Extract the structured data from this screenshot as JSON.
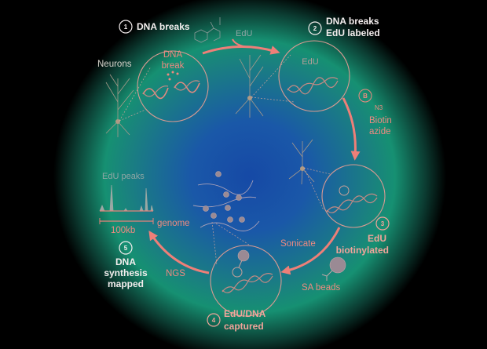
{
  "steps": [
    {
      "number": "1",
      "title": [
        "DNA breaks"
      ]
    },
    {
      "number": "2",
      "title": [
        "DNA breaks",
        "EdU labeled"
      ]
    },
    {
      "number": "3",
      "title": [
        "EdU",
        "biotinylated"
      ]
    },
    {
      "number": "4",
      "title": [
        "EdU/DNA",
        "captured"
      ]
    },
    {
      "number": "5",
      "title": [
        "DNA",
        "synthesis",
        "mapped"
      ]
    }
  ],
  "labels": {
    "neurons": "Neurons",
    "dna_break": [
      "DNA",
      "break"
    ],
    "edu": "EdU",
    "edu_in_circle": "EdU",
    "biotin_symbol": "B",
    "n3": "N3",
    "biotin_azide": [
      "Biotin",
      "azide"
    ],
    "sonicate": "Sonicate",
    "sa_beads": "SA beads",
    "ngs": "NGS",
    "edu_peaks": "EdU peaks",
    "genome": "genome",
    "scale": "100kb"
  },
  "colors": {
    "accent": "#ee7f78",
    "label_white": "#f4eeee",
    "center": "#1649a6",
    "ring": "#169072"
  }
}
